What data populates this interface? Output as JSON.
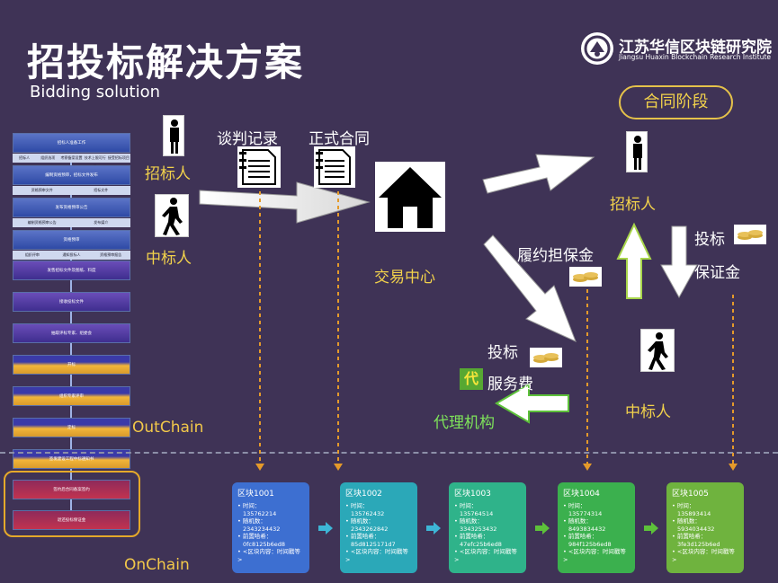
{
  "title": "招投标解决方案",
  "subtitle": "Bidding solution",
  "logo": {
    "name_cn": "江苏华信区块链研究院",
    "name_en": "Jiangsu Huaxin Blockchain Research Institute"
  },
  "stage": "合同阶段",
  "labels": {
    "bidder_left": "招标人",
    "winner_left": "中标人",
    "negotiation": "谈判记录",
    "contract": "正式合同",
    "exchange": "交易中心",
    "bidder_right": "招标人",
    "winner_right": "中标人",
    "performance_bond": "履约担保金",
    "bid": "投标",
    "deposit_bid": "投标",
    "deposit": "保证金",
    "service_fee": "服务费",
    "agent": "代理机构",
    "dai": "代"
  },
  "outchain": "OutChain",
  "onchain": "OnChain",
  "flowchart": [
    {
      "text": "招标人准备工作",
      "color": "blue",
      "subs": [
        "招标人",
        "组织选项",
        "考察备案设置",
        "技术上限可行性",
        "接受招标项目"
      ]
    },
    {
      "text": "编制资格预审，招标文件发布",
      "color": "blue",
      "subs": [
        "资格预审文件",
        "招标文件"
      ]
    },
    {
      "text": "发布资格预审公告",
      "color": "blue",
      "subs": [
        "编制资格预审公告",
        "发布媒介"
      ]
    },
    {
      "text": "资格预审",
      "color": "blue",
      "subs": [
        "组织评审",
        "通知投标人",
        "资格预审报告"
      ]
    },
    {
      "text": "发售招标文件及图纸、料度",
      "color": "purple",
      "subs": []
    },
    {
      "text": "接收投标文件",
      "color": "purple",
      "subs": []
    },
    {
      "text": "抽取评标专家、组委会",
      "color": "purple",
      "subs": []
    },
    {
      "text": "开标",
      "color": "gold",
      "subs": []
    },
    {
      "text": "组织专家评审",
      "color": "gold",
      "subs": []
    },
    {
      "text": "定标",
      "color": "gold",
      "subs": []
    },
    {
      "text": "签发建设工程中标通知书",
      "color": "gold",
      "subs": []
    },
    {
      "text": "签约后合同备案签约",
      "color": "red",
      "subs": []
    },
    {
      "text": "退还投标保证金",
      "color": "red",
      "subs": []
    }
  ],
  "blocks": [
    {
      "title": "区块1001",
      "time_label": "• 时间：",
      "time": "135762214",
      "nonce_label": "• 随机数：",
      "nonce": "2343234432",
      "prev_label": "• 前置哈希：",
      "prev": "0fc8125b6ed8",
      "content_label": "• <区块内容：时间戳等>",
      "color": "#3d6fd1"
    },
    {
      "title": "区块1002",
      "time_label": "• 时间：",
      "time": "135762432",
      "nonce_label": "• 随机数：",
      "nonce": "2343262842",
      "prev_label": "• 前置哈希：",
      "prev": "85d8125171d7",
      "content_label": "• <区块内容：时间戳等>",
      "color": "#2ba8b8"
    },
    {
      "title": "区块1003",
      "time_label": "• 时间：",
      "time": "135764514",
      "nonce_label": "• 随机数：",
      "nonce": "3343253432",
      "prev_label": "• 前置哈希：",
      "prev": "47efc25b6ed8",
      "content_label": "• <区块内容：时间戳等>",
      "color": "#2fb38a"
    },
    {
      "title": "区块1004",
      "time_label": "• 时间：",
      "time": "135774314",
      "nonce_label": "• 随机数：",
      "nonce": "8493834432",
      "prev_label": "• 前置哈希：",
      "prev": "984f125b6ed8",
      "content_label": "• <区块内容：时间戳等>",
      "color": "#3bb04e"
    },
    {
      "title": "区块1005",
      "time_label": "• 时间：",
      "time": "135893414",
      "nonce_label": "• 随机数：",
      "nonce": "5934034432",
      "prev_label": "• 前置哈希：",
      "prev": "3fe3d125b6ed",
      "content_label": "• <区块内容：时间戳等>",
      "color": "#6fb33e"
    }
  ],
  "colors": {
    "background": "#3f3356",
    "accent_yellow": "#f2d24b",
    "accent_green": "#7ee35a",
    "dashed_orange": "#e59a2a"
  }
}
